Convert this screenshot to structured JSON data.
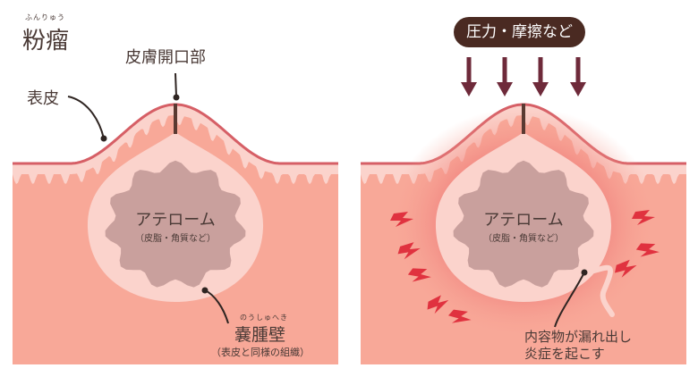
{
  "title": {
    "ruby": "ふんりゅう",
    "text": "粉瘤"
  },
  "left_panel": {
    "skin_opening_label": "皮膚開口部",
    "epidermis_label": "表皮",
    "atheroma_label": "アテローム",
    "atheroma_sub": "（皮脂・角質など）",
    "cyst_wall_ruby": "のうしゅへき",
    "cyst_wall_label": "嚢腫壁",
    "cyst_wall_sub": "（表皮と同様の組織）"
  },
  "right_panel": {
    "pressure_badge": "圧力・摩擦など",
    "atheroma_label": "アテローム",
    "atheroma_sub": "（皮脂・角質など）",
    "leak_label_line1": "内容物が漏れ出し",
    "leak_label_line2": "炎症を起こす"
  },
  "colors": {
    "skin": "#f8a898",
    "epidermis": "#fbd3cc",
    "skin_line": "#d65f66",
    "atheroma": "#c9a09d",
    "arrow": "#6e2a3a",
    "lightning": "#e0323f",
    "badge": "#4a2a22"
  }
}
